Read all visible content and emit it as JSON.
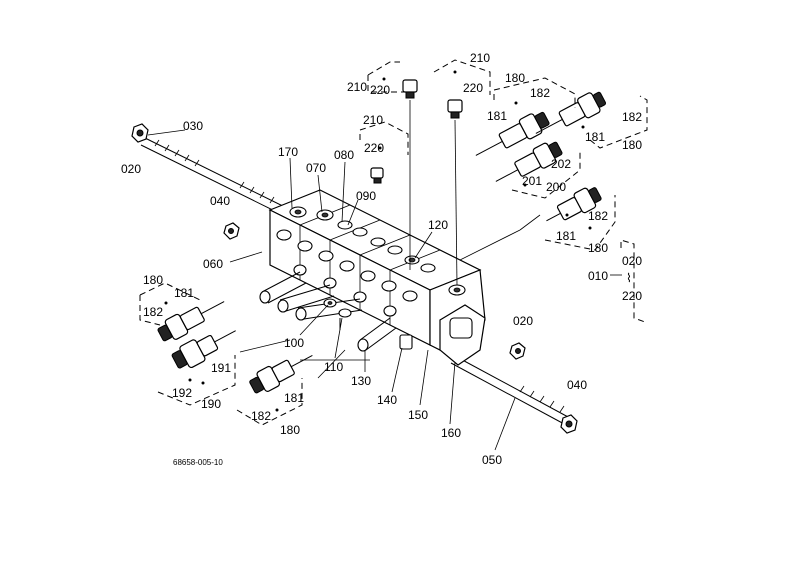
{
  "reference": "68658-005-10",
  "callouts": [
    {
      "id": "c-210-top",
      "text": "210"
    },
    {
      "id": "c-210-left",
      "text": "210"
    },
    {
      "id": "c-220-left",
      "text": "220"
    },
    {
      "id": "c-220-right",
      "text": "220"
    },
    {
      "id": "c-180-top",
      "text": "180"
    },
    {
      "id": "c-182-top",
      "text": "182"
    },
    {
      "id": "c-181-top",
      "text": "181"
    },
    {
      "id": "c-182-right",
      "text": "182"
    },
    {
      "id": "c-181-right",
      "text": "181"
    },
    {
      "id": "c-180-right",
      "text": "180"
    },
    {
      "id": "c-210-mid",
      "text": "210"
    },
    {
      "id": "c-220-mid",
      "text": "220"
    },
    {
      "id": "c-030",
      "text": "030"
    },
    {
      "id": "c-020-left",
      "text": "020"
    },
    {
      "id": "c-170",
      "text": "170"
    },
    {
      "id": "c-070",
      "text": "070"
    },
    {
      "id": "c-080",
      "text": "080"
    },
    {
      "id": "c-090",
      "text": "090"
    },
    {
      "id": "c-202",
      "text": "202"
    },
    {
      "id": "c-201",
      "text": "201"
    },
    {
      "id": "c-200",
      "text": "200"
    },
    {
      "id": "c-182-mid",
      "text": "182"
    },
    {
      "id": "c-181-mid",
      "text": "181"
    },
    {
      "id": "c-180-mid",
      "text": "180"
    },
    {
      "id": "c-040-left",
      "text": "040"
    },
    {
      "id": "c-120",
      "text": "120"
    },
    {
      "id": "c-060",
      "text": "060"
    },
    {
      "id": "c-010",
      "text": "010"
    },
    {
      "id": "c-020-bracket",
      "text": "020"
    },
    {
      "id": "c-220-bracket",
      "text": "220"
    },
    {
      "id": "c-180-left",
      "text": "180"
    },
    {
      "id": "c-181-left",
      "text": "181"
    },
    {
      "id": "c-182-left",
      "text": "182"
    },
    {
      "id": "c-020-right",
      "text": "020"
    },
    {
      "id": "c-100",
      "text": "100"
    },
    {
      "id": "c-110",
      "text": "110"
    },
    {
      "id": "c-191",
      "text": "191"
    },
    {
      "id": "c-130",
      "text": "130"
    },
    {
      "id": "c-192",
      "text": "192"
    },
    {
      "id": "c-190",
      "text": "190"
    },
    {
      "id": "c-140",
      "text": "140"
    },
    {
      "id": "c-150",
      "text": "150"
    },
    {
      "id": "c-040-right",
      "text": "040"
    },
    {
      "id": "c-182-bottom",
      "text": "182"
    },
    {
      "id": "c-181-bottom",
      "text": "181"
    },
    {
      "id": "c-180-bottom",
      "text": "180"
    },
    {
      "id": "c-160",
      "text": "160"
    },
    {
      "id": "c-050",
      "text": "050"
    }
  ],
  "range_symbol": "⌇"
}
